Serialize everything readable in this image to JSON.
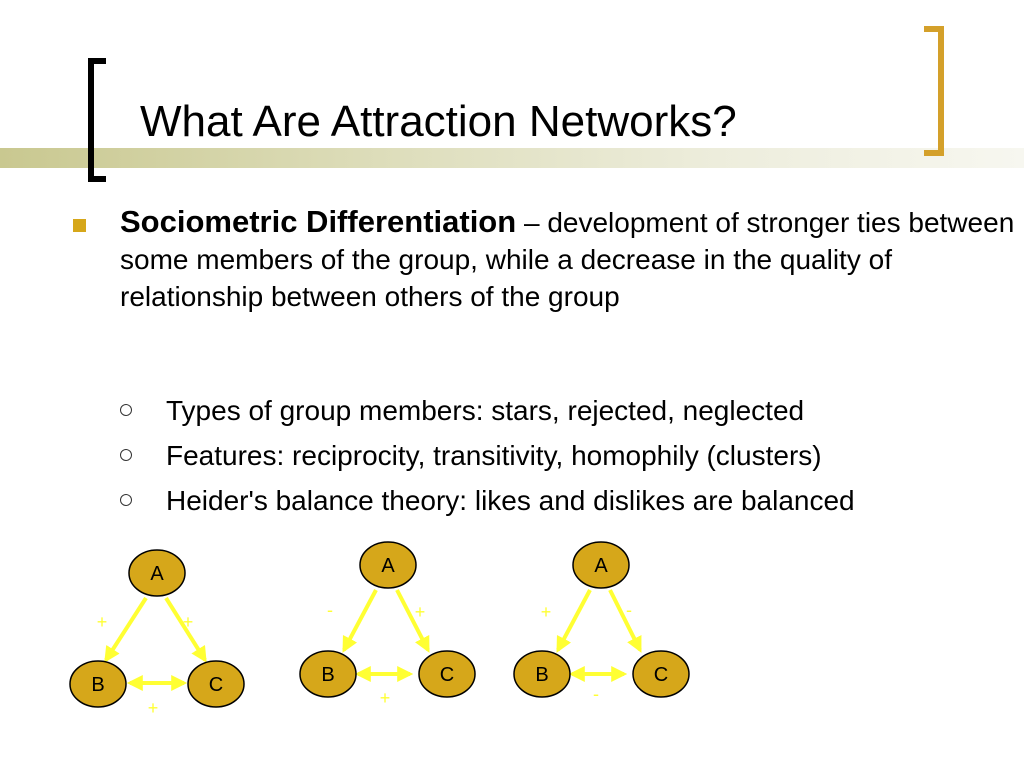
{
  "slide": {
    "title": "What Are Attraction Networks?",
    "definition": {
      "term": "Sociometric Differentiation",
      "text": " – development of stronger ties between some members of the group, while a decrease in the quality of relationship between others of the group"
    },
    "subbullets": [
      "Types of group members: stars, rejected, neglected",
      "Features: reciprocity, transitivity, homophily (clusters)",
      "Heider's balance theory: likes and dislikes are balanced"
    ]
  },
  "colors": {
    "node_fill": "#d6a71a",
    "edge": "#ffff33",
    "sign_label": "#ffff33",
    "bullet": "#d6a71a",
    "bracket_right": "#d4a02a"
  },
  "diagrams": [
    {
      "nodes": [
        "A",
        "B",
        "C"
      ],
      "signs": {
        "AB": "+",
        "AC": "+",
        "BC": "+"
      }
    },
    {
      "nodes": [
        "A",
        "B",
        "C"
      ],
      "signs": {
        "AB": "-",
        "AC": "+",
        "BC": "+"
      }
    },
    {
      "nodes": [
        "A",
        "B",
        "C"
      ],
      "signs": {
        "AB": "+",
        "AC": "-",
        "BC": "-"
      }
    }
  ]
}
